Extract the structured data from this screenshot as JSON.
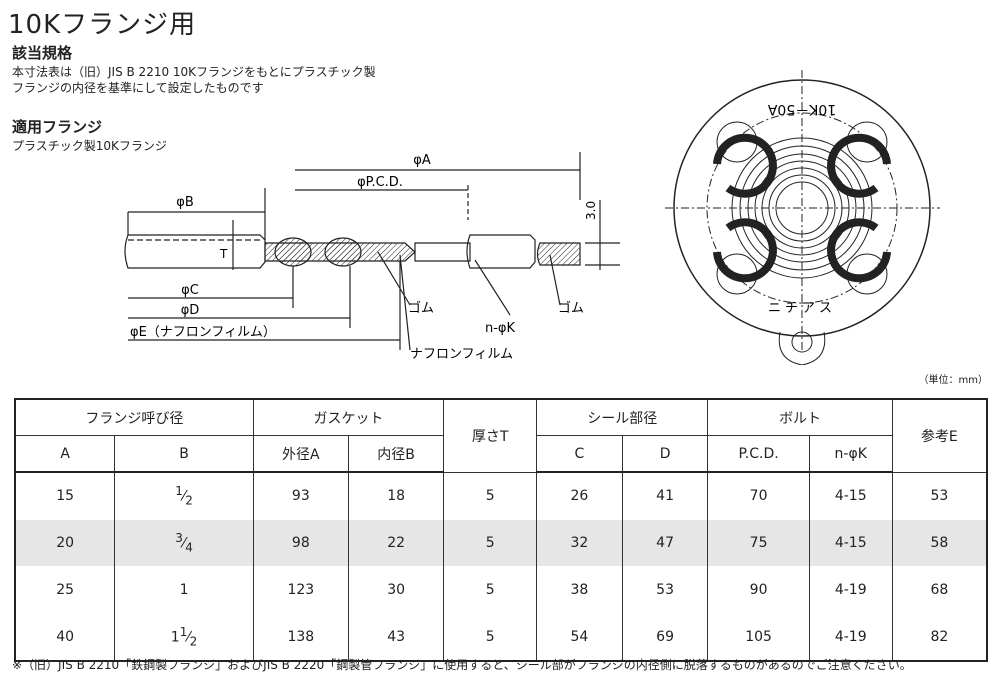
{
  "title": "10Kフランジ用",
  "sections": [
    {
      "heading": "該当規格",
      "lines": [
        "本寸法表は（旧）JIS B 2210 10Kフランジをもとにプラスチック製",
        "フランジの内径を基準にして設定したものです"
      ]
    },
    {
      "heading": "適用フランジ",
      "lines": [
        "プラスチック製10Kフランジ"
      ]
    }
  ],
  "drawing": {
    "labels": {
      "phiA": "φA",
      "phiPCD": "φP.C.D.",
      "phiB": "φB",
      "t": "T",
      "thickness": "3.0",
      "phiC": "φC",
      "phiD": "φD",
      "phiE": "φE（ナフロンフィルム）",
      "gomu1": "ゴム",
      "gomu2": "ゴム",
      "nphik": "n-φK",
      "naflon": "ナフロンフィルム"
    },
    "flange_marks": {
      "top": "10K－50A",
      "bottom": "ニチアス"
    }
  },
  "unit": "（単位：mm）",
  "table": {
    "groups": [
      "フランジ呼び径",
      "ガスケット",
      "厚さT",
      "シール部径",
      "ボルト",
      "参考E"
    ],
    "subs": [
      "A",
      "B",
      "外径A",
      "内径B",
      "C",
      "D",
      "P.C.D.",
      "n-φK"
    ],
    "rows": [
      {
        "A": "15",
        "B_whole": "",
        "B_num": "1",
        "B_den": "2",
        "outer": "93",
        "inner": "18",
        "T": "5",
        "C": "26",
        "D": "41",
        "PCD": "70",
        "nK": "4-15",
        "E": "53"
      },
      {
        "A": "20",
        "B_whole": "",
        "B_num": "3",
        "B_den": "4",
        "outer": "98",
        "inner": "22",
        "T": "5",
        "C": "32",
        "D": "47",
        "PCD": "75",
        "nK": "4-15",
        "E": "58"
      },
      {
        "A": "25",
        "B_whole": "1",
        "B_num": "",
        "B_den": "",
        "outer": "123",
        "inner": "30",
        "T": "5",
        "C": "38",
        "D": "53",
        "PCD": "90",
        "nK": "4-19",
        "E": "68"
      },
      {
        "A": "40",
        "B_whole": "1",
        "B_num": "1",
        "B_den": "2",
        "outer": "138",
        "inner": "43",
        "T": "5",
        "C": "54",
        "D": "69",
        "PCD": "105",
        "nK": "4-19",
        "E": "82"
      }
    ]
  },
  "note": "※（旧）JIS B 2210「鉄鋼製フランジ」およびJIS B 2220「鋼製管フランジ」に使用すると、シール部がフランジの内径側に脱落するものがあるのでご注意ください。"
}
